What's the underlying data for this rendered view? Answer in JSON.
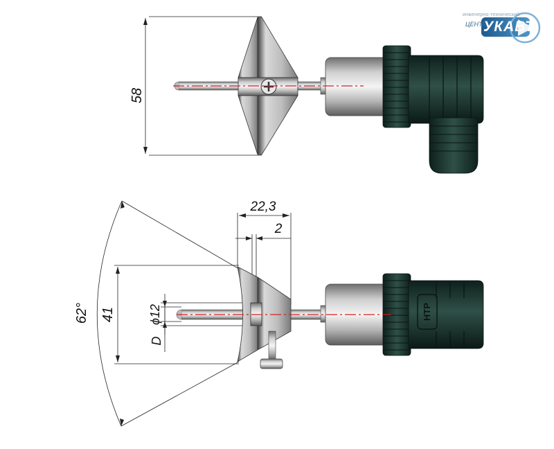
{
  "logo": {
    "caption": "инженерно-технический",
    "center": "ЦЕНТР",
    "name": "УКАВТ"
  },
  "dimensions": {
    "height_top": "58",
    "width_22_3": "22,3",
    "width_2": "2",
    "diameter_12": "ϕ12",
    "diameter_d": "D",
    "height_41": "41",
    "angle_62": "62°"
  },
  "connector_label": "НТР",
  "colors": {
    "steel_light": "#e6e6e6",
    "steel_dark": "#6b6b6b",
    "connector": "#1f3b33",
    "axis": "#d22020",
    "logo_blue": "#2f6fa3"
  }
}
